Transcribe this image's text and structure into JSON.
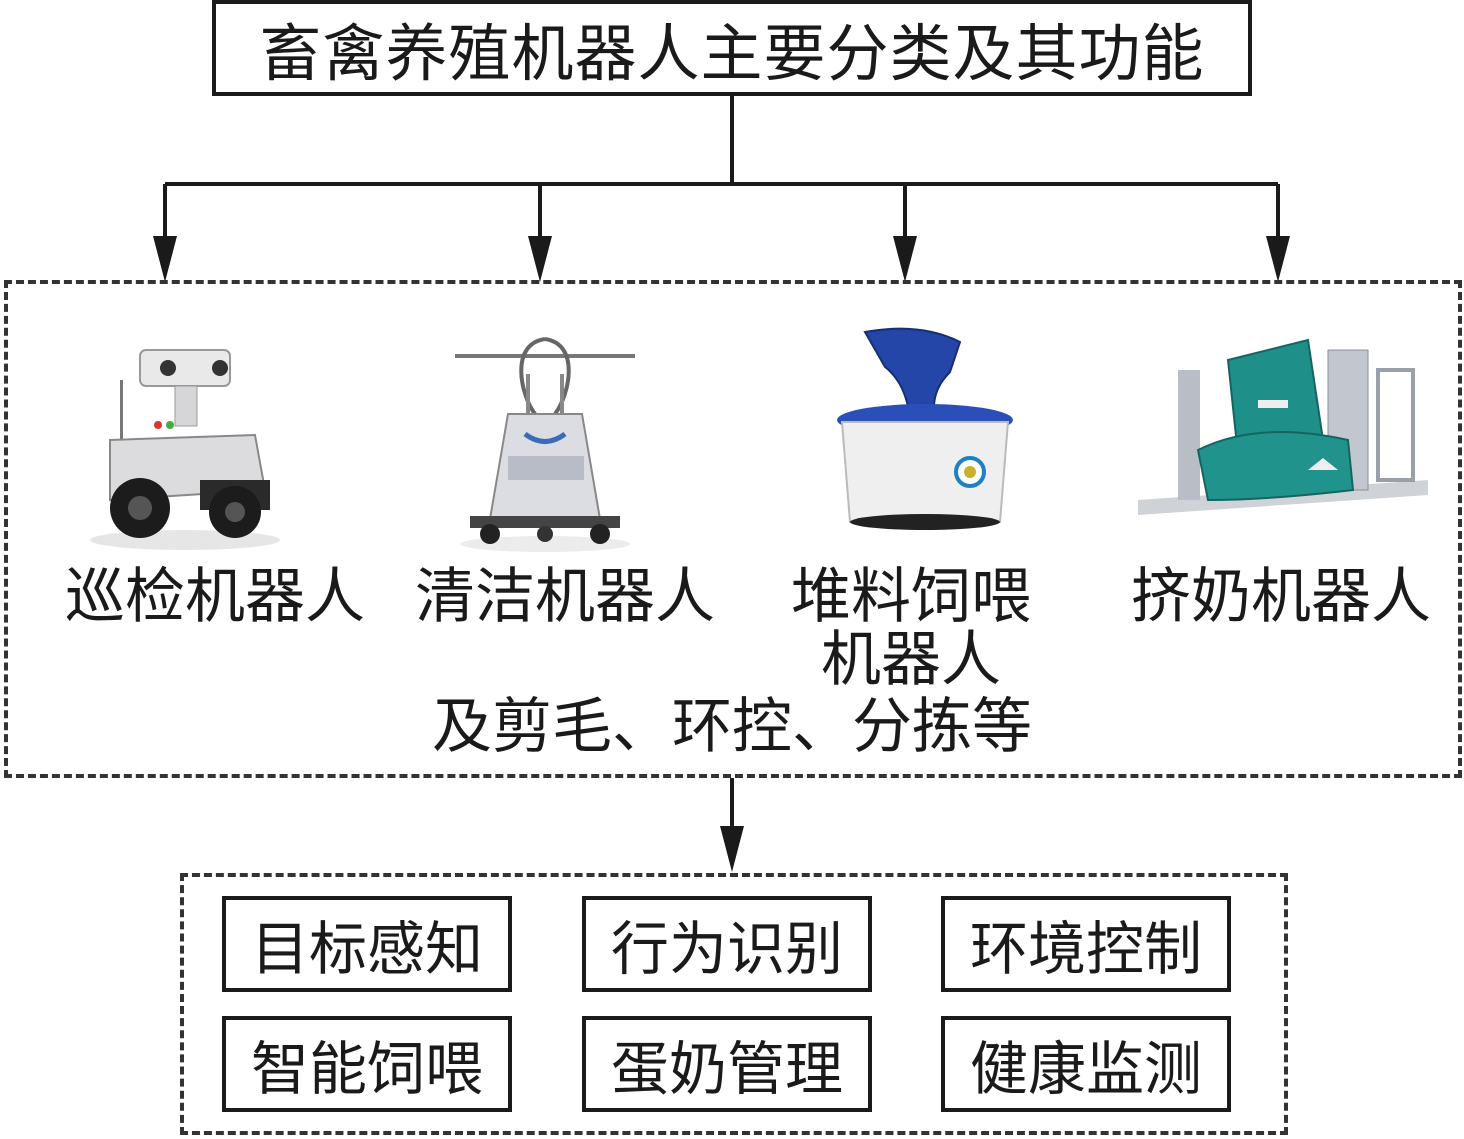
{
  "title": "畜禽养殖机器人主要分类及其功能",
  "robots": [
    {
      "label": "巡检机器人",
      "icon": "inspection-robot-icon"
    },
    {
      "label": "清洁机器人",
      "icon": "cleaning-robot-icon"
    },
    {
      "label_line1": "堆料饲喂",
      "label_line2": "机器人",
      "icon": "feed-pushing-robot-icon"
    },
    {
      "label": "挤奶机器人",
      "icon": "milking-robot-icon"
    }
  ],
  "others_note": "及剪毛、环控、分拣等",
  "functions": [
    "目标感知",
    "行为识别",
    "环境控制",
    "智能饲喂",
    "蛋奶管理",
    "健康监测"
  ],
  "colors": {
    "line": "#1a1a1a",
    "feed_robot_blue": "#2346a8",
    "milking_green": "#1f8f8a"
  }
}
